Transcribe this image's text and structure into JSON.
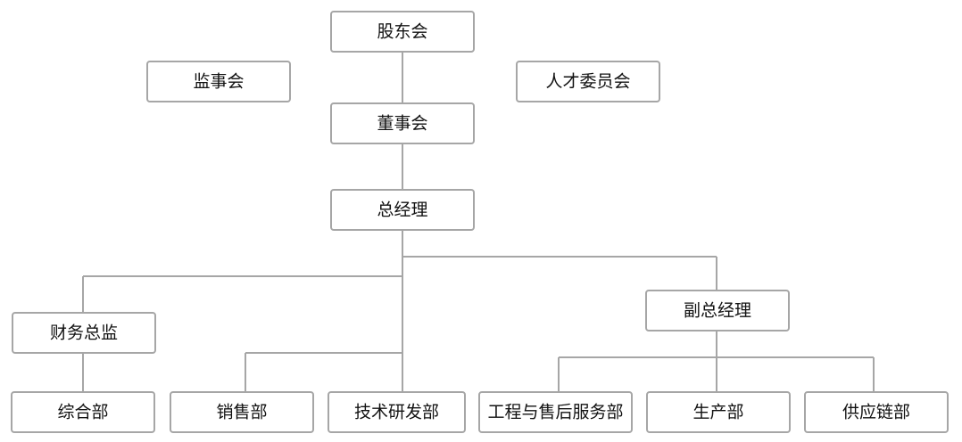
{
  "org_chart": {
    "nodes": {
      "shareholders": "股东会",
      "supervisors": "监事会",
      "talent_committee": "人才委员会",
      "board": "董事会",
      "gm": "总经理",
      "cfo": "财务总监",
      "deputy_gm": "副总经理",
      "general_dept": "综合部",
      "sales_dept": "销售部",
      "tech_rd_dept": "技术研发部",
      "engineering_service_dept": "工程与售后服务部",
      "production_dept": "生产部",
      "supply_chain_dept": "供应链部"
    }
  },
  "colors": {
    "line": "#a6a6a6",
    "box_border": "#a6a6a6",
    "text": "#111111"
  }
}
